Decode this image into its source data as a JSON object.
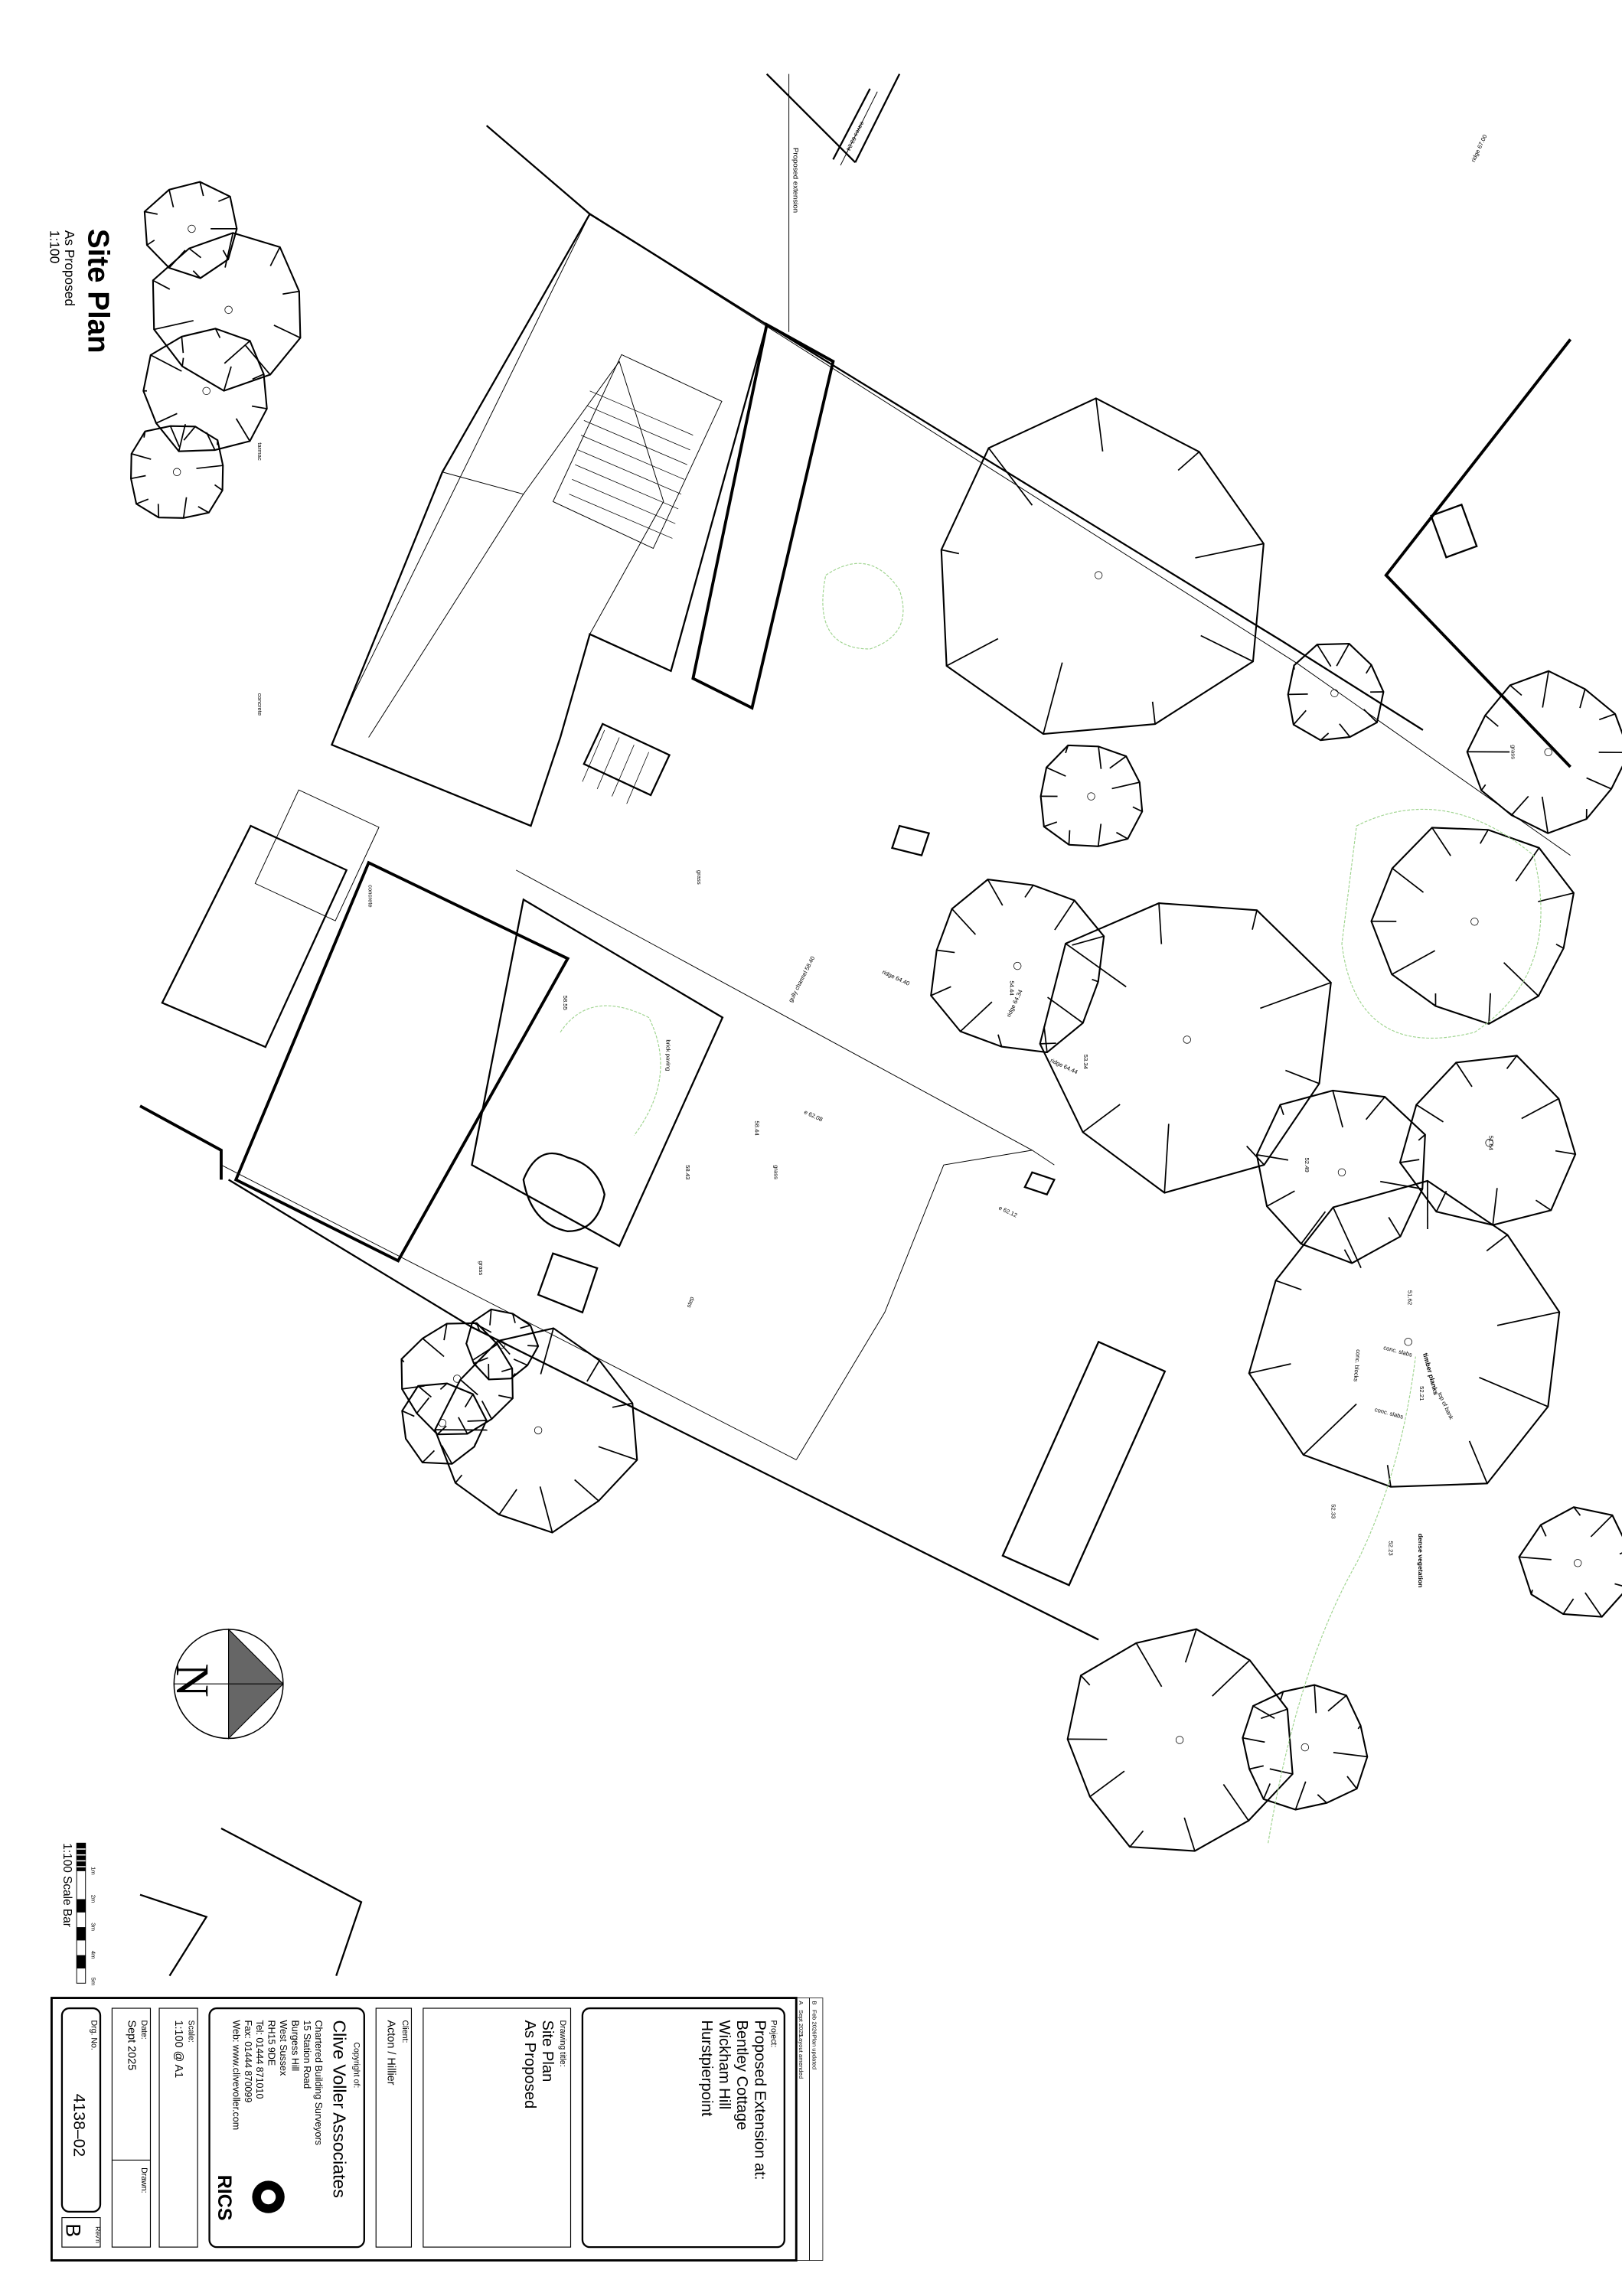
{
  "sheet_title": {
    "title": "Site Plan",
    "subtitle": "As Proposed",
    "scale": "1:100"
  },
  "annotations": {
    "proposed_extension": "Proposed extension",
    "ridge_top": "ridge 67.00",
    "eaves_top": "eaves 63.24",
    "brick_paving": "brick paving",
    "gully": "gully channel 58.40",
    "ridge_1": "ridge 64.40",
    "ridge_2": "ridge 64.44",
    "ridge_3": "ridge 64.34",
    "eaves_1": "e 62.08",
    "eaves_2": "e 62.12",
    "step": "step",
    "concrete_1": "concrete",
    "concrete_2": "concrete",
    "grass_1": "grass",
    "grass_2": "grass",
    "grass_3": "grass",
    "grass_4": "grass",
    "tarmac": "tarmac",
    "conc_slabs_1": "conc. slabs",
    "conc_slabs_2": "conc. slabs",
    "timber_planks": "timber planks",
    "top_of_bank": "top of bank",
    "dense_vegetation": "dense vegetation",
    "conc_blocks": "conc. blocks",
    "level_1": "58.55",
    "level_2": "58.43",
    "level_3": "58.44",
    "level_4": "52.49",
    "level_5": "51.64",
    "level_6": "51.62",
    "level_7": "52.21",
    "level_8": "52.23",
    "level_9": "52.33",
    "level_10": "53.34",
    "level_11": "54.44"
  },
  "scale_bar": {
    "ticks": [
      "1m",
      "2m",
      "3m",
      "4m",
      "5m"
    ],
    "label": "1:100 Scale Bar"
  },
  "north_arrow": {
    "label": "N"
  },
  "revisions": [
    {
      "rev": "B",
      "date": "Feb 2026",
      "note": "Plan updated"
    },
    {
      "rev": "A",
      "date": "Sept 2025",
      "note": "Layout amended"
    }
  ],
  "title_block": {
    "project_label": "Project:",
    "project_lines": [
      "Proposed Extension at:",
      "Bentley Cottage",
      "Wickham Hill",
      "Hurstpierpoint"
    ],
    "drawing_title_label": "Drawing title:",
    "drawing_title_lines": [
      "Site Plan",
      "As Proposed"
    ],
    "client_label": "Client:",
    "client": "Acton / Hillier",
    "copyright_label": "Copyright of:",
    "company": "Clive Voller Associates",
    "company_lines": [
      "Chartered Building Surveyors",
      "15 Station Road",
      "Burgess Hill",
      "West Sussex",
      "RH15 9DE",
      "Tel:   01444 871010",
      "Fax:   01444 870099",
      "Web: www.clivevoller.com"
    ],
    "logo_text": "RICS",
    "scale_label": "Scale:",
    "scale": "1:100 @ A1",
    "date_label": "Date:",
    "date": "Sept 2025",
    "drawn_label": "Drawn:",
    "drg_no_label": "Drg. No.",
    "drg_no": "4138–02",
    "revn_label": "Rev'n",
    "revn": "B"
  }
}
